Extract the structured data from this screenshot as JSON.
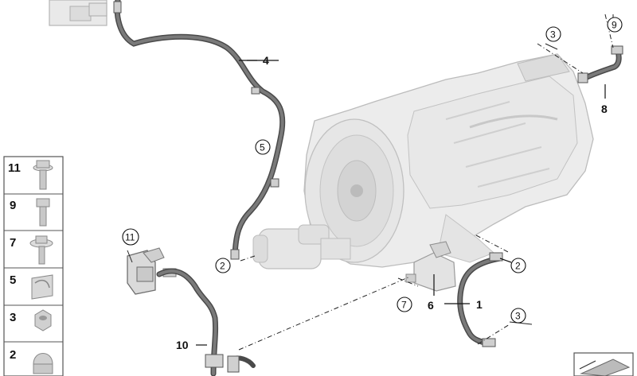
{
  "legend": {
    "items": [
      {
        "label": "11",
        "icon": "flange-bolt-icon"
      },
      {
        "label": "9",
        "icon": "hex-bolt-icon"
      },
      {
        "label": "7",
        "icon": "washer-screw-icon"
      },
      {
        "label": "5",
        "icon": "clip-nut-icon"
      },
      {
        "label": "3",
        "icon": "hex-nut-icon"
      },
      {
        "label": "2",
        "icon": "cap-nut-icon"
      }
    ]
  },
  "callouts": {
    "c1": "1",
    "c2a": "2",
    "c2b": "2",
    "c3a": "3",
    "c3b": "3",
    "c4": "4",
    "c5": "5",
    "c6": "6",
    "c7": "7",
    "c8": "8",
    "c9": "9",
    "c10": "10",
    "c11": "11"
  },
  "colors": {
    "line": "#111111",
    "part_fill": "#eeeeee",
    "part_stroke": "#bdbdbd",
    "cable": "#5a5a5a",
    "legend_border": "#555555"
  }
}
